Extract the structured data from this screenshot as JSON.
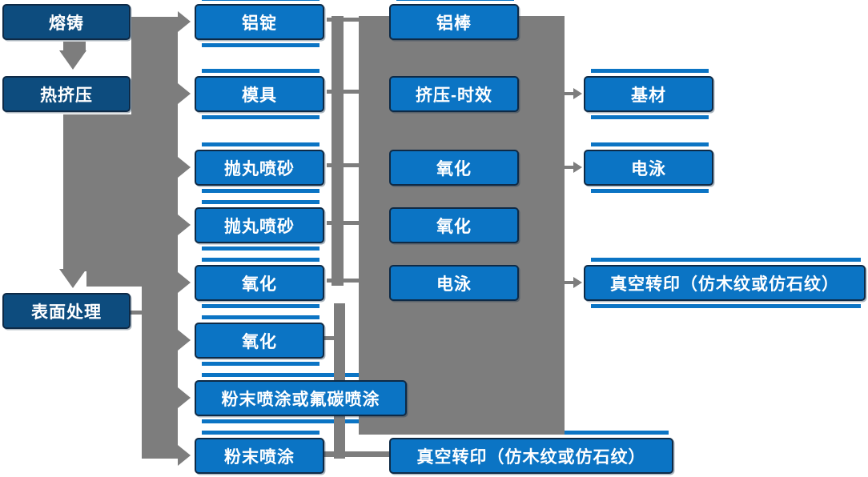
{
  "diagram_type": "flowchart",
  "colors": {
    "dark_node": "#0d4c7e",
    "light_node": "#0b74c4",
    "node_border": "#0e2a46",
    "connector_gray": "#7d7d7d",
    "text": "#ffffff",
    "background": "#ffffff"
  },
  "col1": [
    {
      "label": "熔铸"
    },
    {
      "label": "热挤压"
    },
    {
      "label": "表面处理"
    }
  ],
  "col2": [
    {
      "label": "铝锭"
    },
    {
      "label": "模具"
    },
    {
      "label": "抛丸喷砂"
    },
    {
      "label": "抛丸喷砂"
    },
    {
      "label": "氧化"
    },
    {
      "label": "氧化"
    },
    {
      "label": "粉末喷涂或氟碳喷涂"
    },
    {
      "label": "粉末喷涂"
    }
  ],
  "col3": [
    {
      "label": "铝棒"
    },
    {
      "label": "挤压-时效"
    },
    {
      "label": "氧化"
    },
    {
      "label": "氧化"
    },
    {
      "label": "电泳"
    },
    {
      "label": "真空转印（仿木纹或仿石纹）"
    }
  ],
  "col4": [
    {
      "label": "基材"
    },
    {
      "label": "电泳"
    },
    {
      "label": "真空转印（仿木纹或仿石纹）"
    }
  ]
}
